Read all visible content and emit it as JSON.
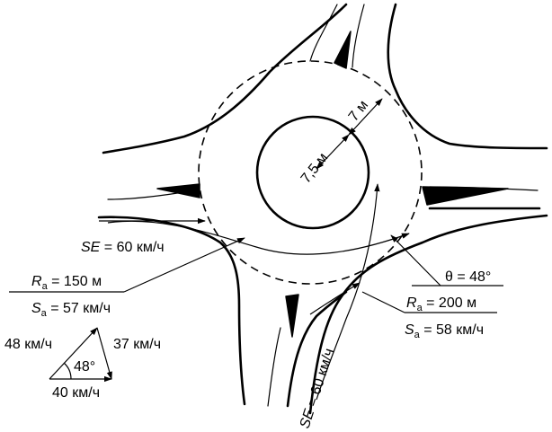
{
  "labels": {
    "se_west_var": "SE",
    "se_west_rest": " = 60 км/ч",
    "ra_left_var": "R",
    "ra_left_sub": "a",
    "ra_left_rest": " = 150 м",
    "sa_left_var": "S",
    "sa_left_sub": "a",
    "sa_left_rest": " = 57 км/ч",
    "theta": "θ = 48°",
    "ra_right_var": "R",
    "ra_right_sub": "a",
    "ra_right_rest": " = 200 м",
    "sa_right_var": "S",
    "sa_right_sub": "a",
    "sa_right_rest": " = 58 км/ч",
    "se_south_var": "SE",
    "se_south_rest": " = 60 км/ч",
    "r_inner": "7,5 м",
    "r_ring": "7 м"
  },
  "triangle": {
    "left": "48 км/ч",
    "right": "37 км/ч",
    "bottom": "40 км/ч",
    "angle": "48°"
  },
  "colors": {
    "ink": "#000000",
    "background": "#ffffff"
  }
}
